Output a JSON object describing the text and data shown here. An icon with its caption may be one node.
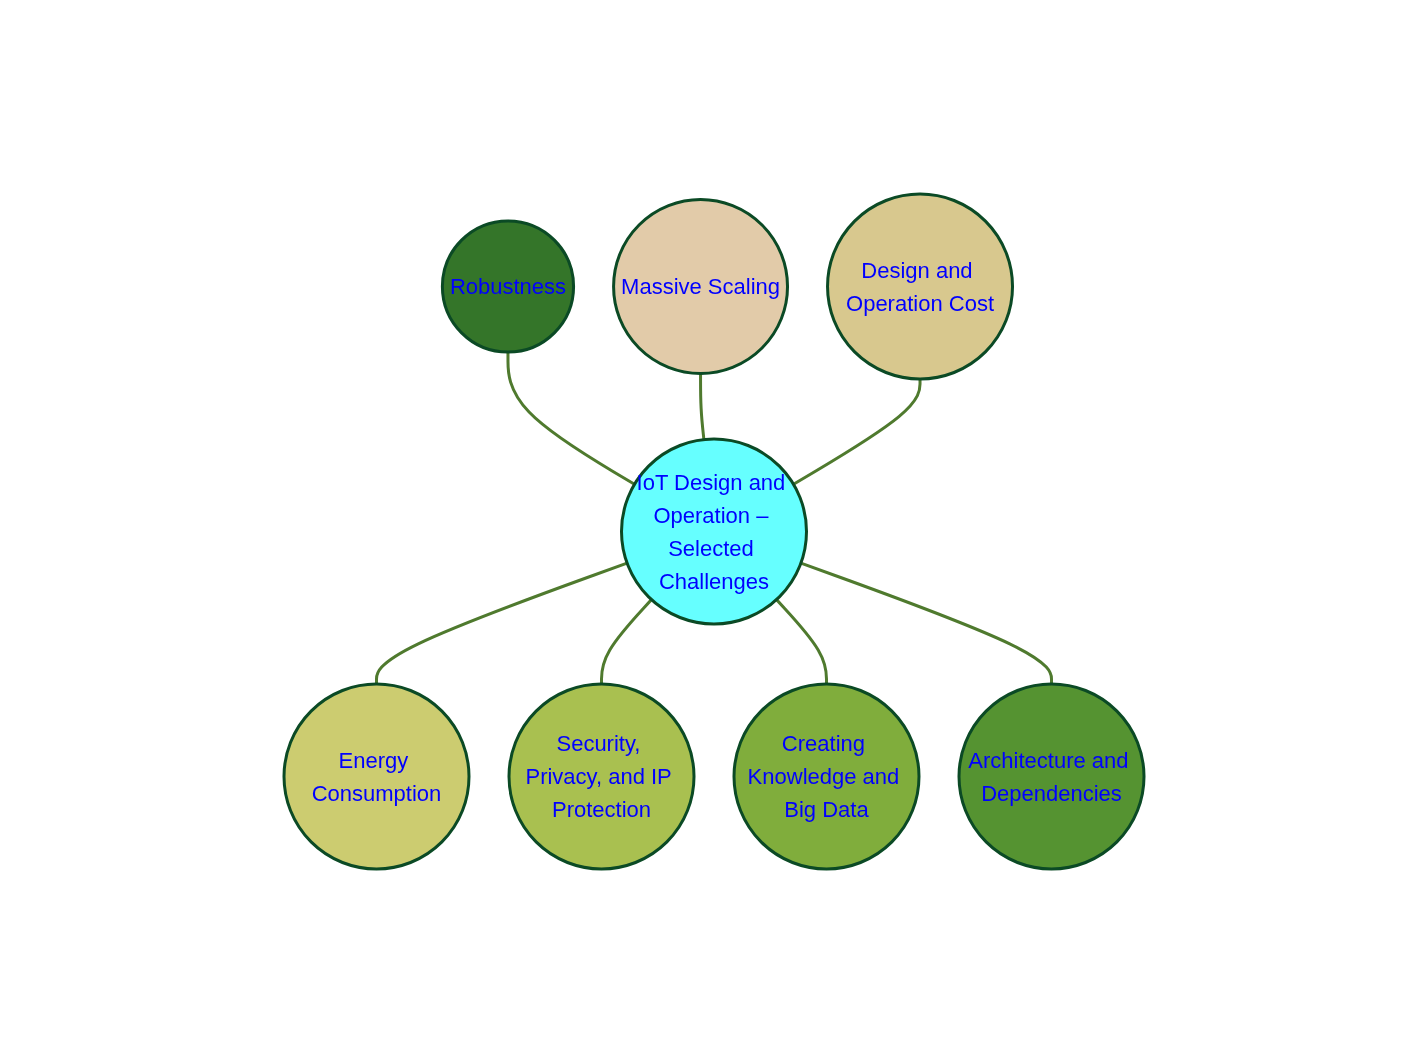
{
  "diagram": {
    "nodes": [
      {
        "text": [
          "IoT Design and Operation – Selected Challenges"
        ]
      },
      {
        "text": [
          "Robustness"
        ]
      },
      {
        "text": [
          "Massive Scaling"
        ]
      },
      {
        "text": [
          "Design and Operation Cost"
        ]
      },
      {
        "text": [
          "Energy Consumption"
        ]
      },
      {
        "text": [
          "Security, Privacy, and IP Protection"
        ]
      },
      {
        "text": [
          "Creating Knowledge and Big Data"
        ]
      },
      {
        "text": [
          "Architecture and Dependencies"
        ]
      }
    ],
    "edges": [
      {
        "from": 1,
        "to": 0,
        "arrow": "none"
      },
      {
        "from": 2,
        "to": 0,
        "arrow": "none"
      },
      {
        "from": 3,
        "to": 0,
        "arrow": "none"
      },
      {
        "from": 0,
        "to": 4,
        "arrow": "none"
      },
      {
        "from": 0,
        "to": 5,
        "arrow": "none"
      },
      {
        "from": 0,
        "to": 6,
        "arrow": "none"
      },
      {
        "from": 0,
        "to": 7,
        "arrow": "none"
      }
    ]
  }
}
